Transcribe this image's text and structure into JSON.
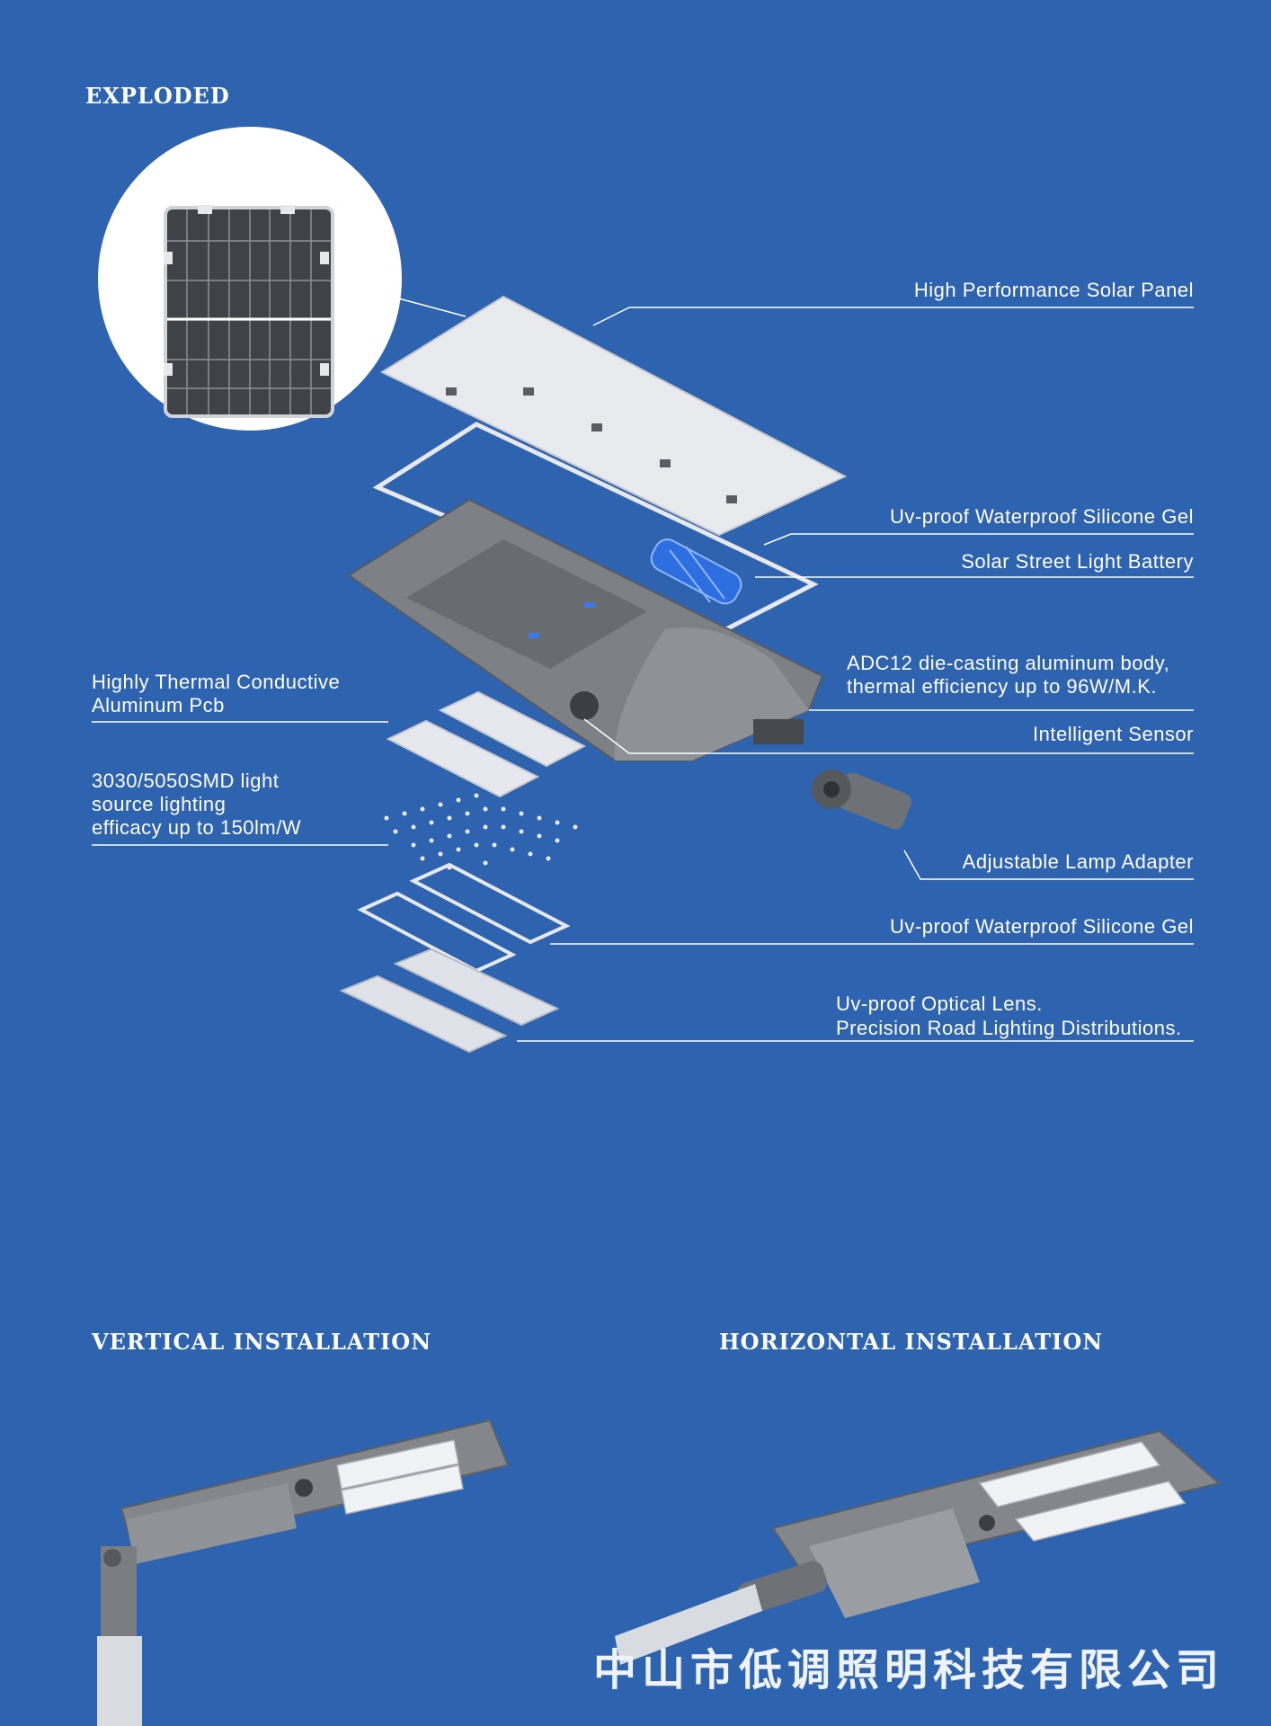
{
  "headings": {
    "exploded": "EXPLODED",
    "vertical": "VERTICAL INSTALLATION",
    "horizontal": "HORIZONTAL INSTALLATION"
  },
  "labels": {
    "solar_panel": "High Performance Solar Panel",
    "silicone_gel_top": "Uv-proof Waterproof Silicone Gel",
    "battery": "Solar Street Light Battery",
    "body_line1": "ADC12 die-casting aluminum body,",
    "body_line2": "thermal efficiency up to 96W/M.K.",
    "sensor": "Intelligent Sensor",
    "pcb_line1": "Highly Thermal Conductive",
    "pcb_line2": "Aluminum Pcb",
    "smd_line1": "3030/5050SMD light",
    "smd_line2": "source lighting",
    "smd_line3": "efficacy up to 150lm/W",
    "adapter": "Adjustable Lamp Adapter",
    "silicone_gel_bottom": "Uv-proof Waterproof Silicone Gel",
    "lens_line1": "Uv-proof Optical Lens.",
    "lens_line2": "Precision Road Lighting Distributions."
  },
  "company_name": "中山市低调照明科技有限公司",
  "colors": {
    "background": "#2e63b0",
    "text": "#ffffff",
    "housing": "#7a7d82",
    "panel": "#e6e8ec"
  }
}
